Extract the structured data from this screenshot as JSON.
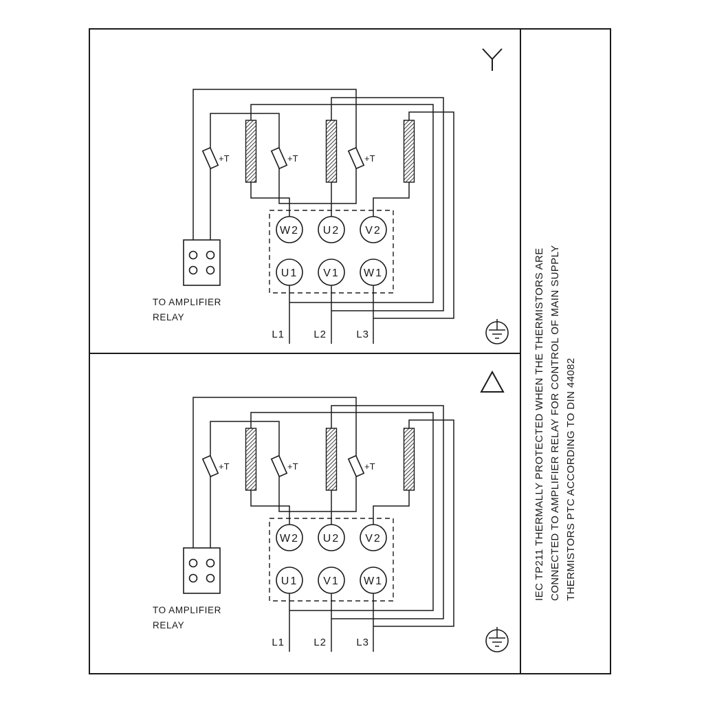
{
  "colors": {
    "line": "#1a1a1a",
    "background": "#ffffff"
  },
  "panels": [
    {
      "id": "star",
      "connection": "star (wye)",
      "thermistor_label": "+T",
      "terminals_top": [
        "W2",
        "U2",
        "V2"
      ],
      "terminals_bottom": [
        "U1",
        "V1",
        "W1"
      ],
      "supply": [
        "L1",
        "L2",
        "L3"
      ],
      "relay_caption": [
        "TO AMPLIFIER",
        "RELAY"
      ]
    },
    {
      "id": "delta",
      "connection": "delta",
      "thermistor_label": "+T",
      "terminals_top": [
        "W2",
        "U2",
        "V2"
      ],
      "terminals_bottom": [
        "U1",
        "V1",
        "W1"
      ],
      "supply": [
        "L1",
        "L2",
        "L3"
      ],
      "relay_caption": [
        "TO AMPLIFIER",
        "RELAY"
      ]
    }
  ],
  "sidebar": {
    "lines": [
      "IEC TP211 THERMALLY PROTECTED WHEN THE THERMISTORS ARE",
      "CONNECTED TO AMPLIFIER RELAY FOR CONTROL OF MAIN SUPPLY",
      "THERMISTORS PTC ACCORDING TO DIN 44082"
    ]
  }
}
